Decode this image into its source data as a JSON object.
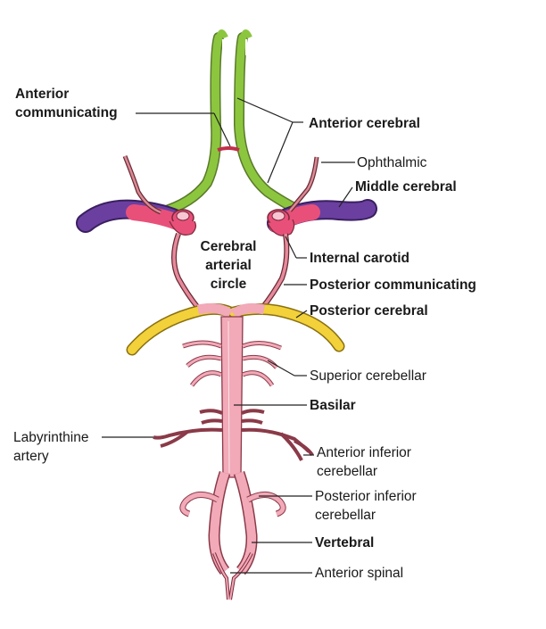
{
  "labels": {
    "anterior_communicating_1": "Anterior",
    "anterior_communicating_2": "communicating",
    "anterior_cerebral": "Anterior cerebral",
    "ophthalmic": "Ophthalmic",
    "middle_cerebral": "Middle cerebral",
    "cerebral_arterial_circle_1": "Cerebral",
    "cerebral_arterial_circle_2": "arterial",
    "cerebral_arterial_circle_3": "circle",
    "internal_carotid": "Internal carotid",
    "posterior_communicating": "Posterior communicating",
    "posterior_cerebral": "Posterior cerebral",
    "superior_cerebellar": "Superior cerebellar",
    "basilar": "Basilar",
    "labyrinthine_1": "Labyrinthine",
    "labyrinthine_2": "artery",
    "anterior_inferior_cerebellar_1": "Anterior inferior",
    "anterior_inferior_cerebellar_2": "cerebellar",
    "posterior_inferior_cerebellar_1": "Posterior inferior",
    "posterior_inferior_cerebellar_2": "cerebellar",
    "vertebral": "Vertebral",
    "anterior_spinal": "Anterior spinal"
  },
  "colors": {
    "anterior_cerebral": "#8cc63f",
    "middle_cerebral": "#6b3fa0",
    "carotid": "#e8507a",
    "posterior_cerebral": "#f2d13a",
    "vessel_pink": "#f2a9b8",
    "vessel_red": "#b0404f"
  }
}
